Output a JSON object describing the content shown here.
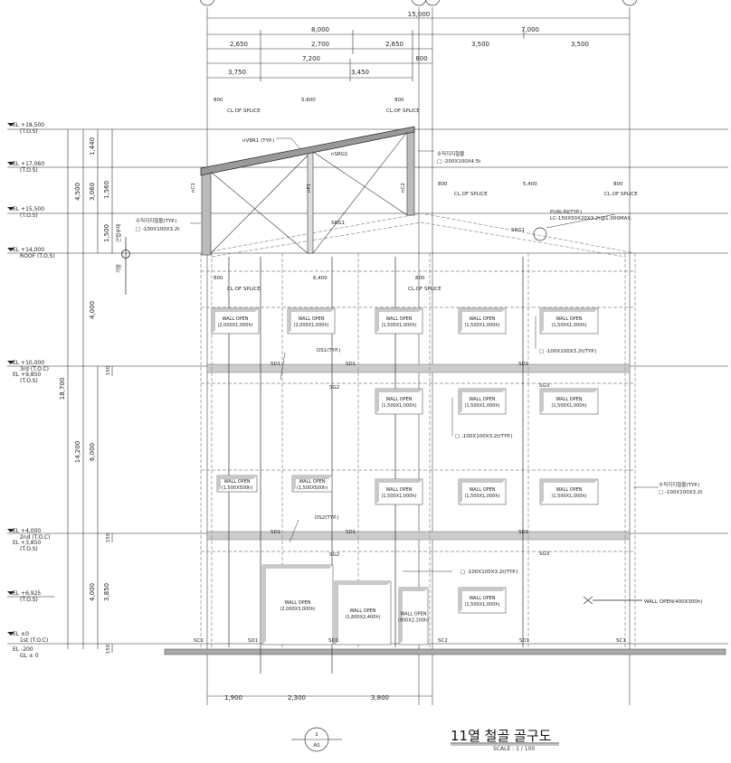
{
  "title": {
    "text": "11열 철골 골구도",
    "scale": "SCALE : 1 / 100",
    "marker_top": "1",
    "marker_bottom": "AS"
  },
  "dims": {
    "top": {
      "total": "15,000",
      "left": "8,000",
      "right": "7,000",
      "a1": "2,650",
      "a2": "2,700",
      "a3": "2,650",
      "a4": "3,500",
      "a5": "3,500",
      "b1": "7,200",
      "b2": "800",
      "c1": "3,750",
      "c2": "3,450"
    },
    "left": {
      "v_total": "18,700",
      "v_roof": "4,500",
      "v_body": "14,200",
      "v_roof2": "3,060",
      "v_fl3": "4,000",
      "v_fl2": "6,000",
      "v_fl1": "4,000",
      "v_top": "1,440",
      "v_small": "1,500",
      "v_mid": "1,560",
      "v_gf": "3,850",
      "v_slab": "150"
    },
    "bottom": [
      "1,900",
      "2,300",
      "3,800"
    ]
  },
  "levels": [
    {
      "label": "EL +18,500",
      "sub": "(T.O.S)"
    },
    {
      "label": "EL +17,060",
      "sub": "(T.O.S)"
    },
    {
      "label": "EL +15,500",
      "sub": "(T.O.S)"
    },
    {
      "label": "EL +14,000",
      "sub": "ROOF (T.O.S)"
    },
    {
      "label": "EL +10,000",
      "sub": "3rd (T.O.C)",
      "label2": "EL +9,850",
      "sub2": "(T.O.S)"
    },
    {
      "label": "EL +4,000",
      "sub": "2nd (T.O.C)",
      "label2": "EL +3,850",
      "sub2": "(T.O.S)"
    },
    {
      "label": "EL +6,925",
      "sub": "(T.O.S)"
    },
    {
      "label": "EL ±0",
      "sub": "1st (T.O.C)",
      "label2": "EL -200",
      "sub2": "GL ± 0"
    }
  ],
  "notes": {
    "n800": "800",
    "n5600": "5,600",
    "n5400": "5,400",
    "n6400": "6,400",
    "splice": "CL.OF SPLICE",
    "nvbr1": "nVBR1 (TYP.)",
    "nsrg1": "nSRG1",
    "srg1": "SRG1",
    "nc1": "nC1",
    "nc2": "nC2",
    "np1": "nP1",
    "bracket_top_1": "수직지지철물",
    "bracket_top_2": "□ -200X100X4.5t",
    "bracket_left_1": "수직지지철물(TYP.)",
    "bracket_left_2": "□ -100X100X3.2t",
    "bracket_right_1": "수직지지철물(TYP.)",
    "bracket_right_2": "□ -100X100X3.2t",
    "left_vertical": "기둥",
    "left_vertical2": "근접부재",
    "purlin_1": "PURLIN(TYP.)",
    "purlin_2": "LC-150X50X20X3.2t@1,000MAX.",
    "ds1": "DS1(TYP.)",
    "ds2": "DS2(TYP.)",
    "sd1": "SD1",
    "sg2": "SG2",
    "sg3": "SG3",
    "sc1": "SC1",
    "sc2": "SC2",
    "hss": "□ -100X100X3.2t(TYP.)",
    "hss_typ": "□ -100X100X3.2t(TYP.)",
    "wall_open_small": "WALL OPEN(400X300h)"
  },
  "openings": [
    {
      "title": "WALL OPEN",
      "size": "(2,000X1,000h)"
    },
    {
      "title": "WALL OPEN",
      "size": "(2,000X1,000h)"
    },
    {
      "title": "WALL OPEN",
      "size": "(1,500X1,000h)"
    },
    {
      "title": "WALL OPEN",
      "size": "(1,500X1,000h)"
    },
    {
      "title": "WALL OPEN",
      "size": "(1,500X1,000h)"
    },
    {
      "title": "WALL OPEN",
      "size": "(1,500X1,000h)"
    },
    {
      "title": "WALL OPEN",
      "size": "(1,500X1,000h)"
    },
    {
      "title": "WALL OPEN",
      "size": "(1,500X1,000h)"
    },
    {
      "title": "WALL OPEN",
      "size": "(1,500X500h)"
    },
    {
      "title": "WALL OPEN",
      "size": "(1,500X500h)"
    },
    {
      "title": "WALL OPEN",
      "size": "(1,500X1,000h)"
    },
    {
      "title": "WALL OPEN",
      "size": "(1,500X1,000h)"
    },
    {
      "title": "WALL OPEN",
      "size": "(1,500X1,000h)"
    },
    {
      "title": "WALL OPEN",
      "size": "(2,000X3,000h)"
    },
    {
      "title": "WALL OPEN",
      "size": "(1,800X2,400h)"
    },
    {
      "title": "WALL OPEN",
      "size": "(900X2,100h)"
    },
    {
      "title": "WALL OPEN",
      "size": "(1,500X1,000h)"
    }
  ]
}
